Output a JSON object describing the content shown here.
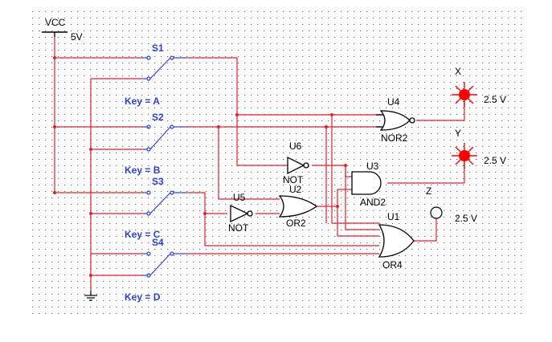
{
  "colors": {
    "wire": "#e0202a",
    "component": "#000000",
    "switch": "#2a3fd6",
    "key_label": "#2a3fd6",
    "probe_lit": "#ff0000",
    "grid_dot": "#444444",
    "background": "#ffffff"
  },
  "supply": {
    "name": "VCC",
    "voltage": "5V"
  },
  "switches": [
    {
      "name": "S1",
      "key": "Key = A"
    },
    {
      "name": "S2",
      "key": "Key = B"
    },
    {
      "name": "S3",
      "key": "Key = C"
    },
    {
      "name": "S4",
      "key": "Key = D"
    }
  ],
  "gates": {
    "u4": {
      "ref": "U4",
      "type": "NOR2"
    },
    "u6": {
      "ref": "U6",
      "type": "NOT"
    },
    "u3": {
      "ref": "U3",
      "type": "AND2"
    },
    "u2": {
      "ref": "U2",
      "type": "OR2"
    },
    "u5": {
      "ref": "U5",
      "type": "NOT"
    },
    "u1": {
      "ref": "U1",
      "type": "OR4"
    }
  },
  "probes": [
    {
      "name": "X",
      "voltage": "2.5 V",
      "state": "lit"
    },
    {
      "name": "Y",
      "voltage": "2.5 V",
      "state": "lit"
    },
    {
      "name": "",
      "voltage": "2.5 V",
      "state": "off"
    }
  ],
  "net_labels": {
    "z": "Z"
  }
}
